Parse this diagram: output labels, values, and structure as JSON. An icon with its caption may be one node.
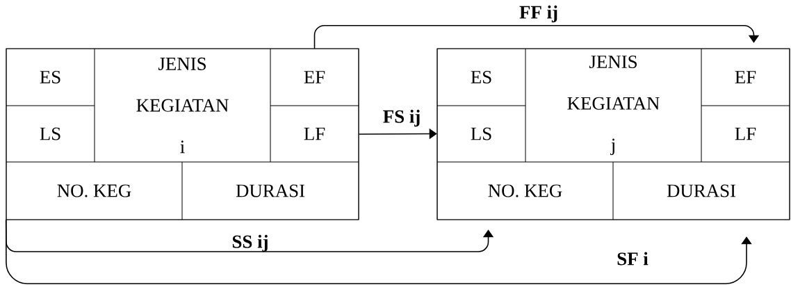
{
  "diagram": {
    "nodes": [
      {
        "text": [],
        "shape": "box"
      },
      {
        "text": [
          "ES"
        ],
        "in": 0
      },
      {
        "text": [
          "JENIS KEGIATAN",
          "i"
        ],
        "in": 0
      },
      {
        "text": [
          "EF"
        ],
        "in": 0
      },
      {
        "text": [
          "LS"
        ],
        "in": 0
      },
      {
        "text": [
          "LF"
        ],
        "in": 0
      },
      {
        "text": [
          "NO. KEG"
        ],
        "in": 0
      },
      {
        "text": [
          "DURASI"
        ],
        "in": 0
      },
      {
        "text": [],
        "shape": "box"
      },
      {
        "text": [
          "ES"
        ],
        "in": 8
      },
      {
        "text": [
          "JENIS KEGIATAN",
          "j"
        ],
        "in": 8
      },
      {
        "text": [
          "EF"
        ],
        "in": 8
      },
      {
        "text": [
          "LS"
        ],
        "in": 8
      },
      {
        "text": [
          "LF"
        ],
        "in": 8
      },
      {
        "text": [
          "NO. KEG"
        ],
        "in": 8
      },
      {
        "text": [
          "DURASI"
        ],
        "in": 8
      }
    ],
    "edges": [
      {
        "from": 3,
        "to": 11,
        "arrow": "to",
        "label": "FF ij"
      },
      {
        "from": 0,
        "to": 12,
        "arrow": "to",
        "label": "FS ij"
      },
      {
        "from": 6,
        "to": 14,
        "arrow": "to",
        "label": "SS ij"
      },
      {
        "from": 6,
        "to": 15,
        "arrow": "to",
        "label": "SF i"
      }
    ]
  }
}
